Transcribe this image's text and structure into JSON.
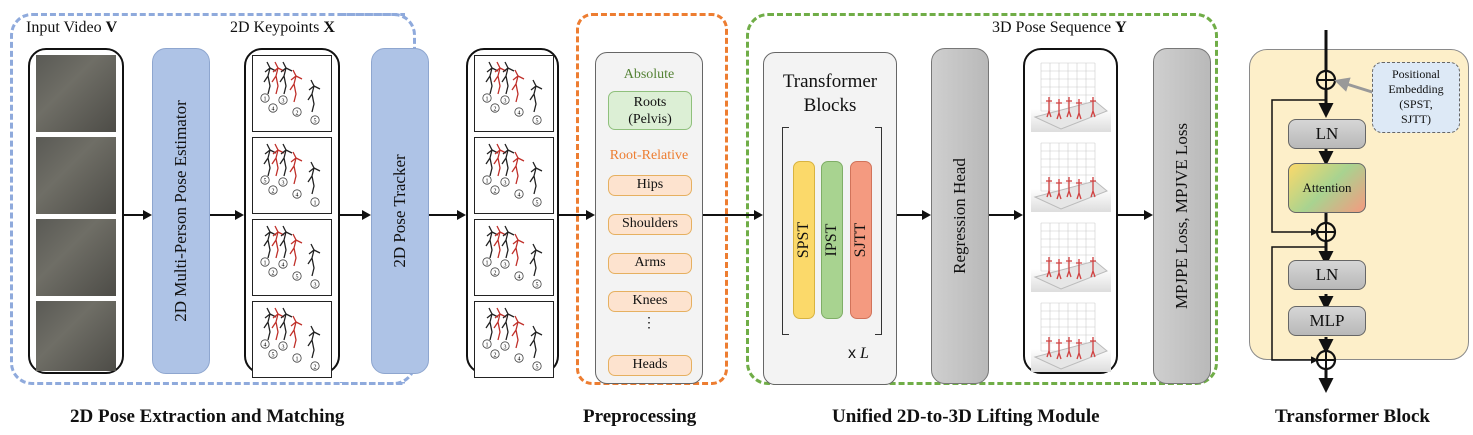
{
  "sections": {
    "extraction": {
      "caption": "2D Pose Extraction and Matching",
      "input_video_label": "Input Video",
      "input_video_symbol": "V",
      "keypoints_label": "2D Keypoints",
      "keypoints_symbol": "X",
      "pose_estimator": "2D Multi-Person Pose Estimator",
      "pose_tracker": "2D Pose Tracker",
      "frame_count": 4,
      "unmatched_ids": [
        [
          "1",
          "4",
          "3",
          "2",
          "5"
        ],
        [
          "5",
          "2",
          "3",
          "4",
          "1"
        ],
        [
          "1",
          "2",
          "4",
          "5",
          "3"
        ],
        [
          "4",
          "5",
          "3",
          "1",
          "2"
        ]
      ],
      "matched_ids": [
        [
          "1",
          "2",
          "3",
          "4",
          "5"
        ],
        [
          "1",
          "2",
          "3",
          "4",
          "5"
        ],
        [
          "1",
          "2",
          "3",
          "4",
          "5"
        ],
        [
          "1",
          "2",
          "3",
          "4",
          "5"
        ]
      ]
    },
    "preprocessing": {
      "caption": "Preprocessing",
      "absolute_label": "Absolute",
      "absolute_items": [
        "Roots",
        "(Pelvis)"
      ],
      "relative_label": "Root-Relative",
      "relative_items": [
        "Hips",
        "Shoulders",
        "Arms",
        "Knees",
        "Heads"
      ],
      "ellipsis": "⋮"
    },
    "lifting": {
      "caption": "Unified 2D-to-3D Lifting Module",
      "pose_sequence_label": "3D Pose Sequence",
      "pose_sequence_symbol": "Y",
      "transformer_title_1": "Transformer",
      "transformer_title_2": "Blocks",
      "blocks": [
        {
          "label": "SPST",
          "color": "#fbd96a"
        },
        {
          "label": "IPST",
          "color": "#a8d390"
        },
        {
          "label": "SJTT",
          "color": "#f49a80"
        }
      ],
      "repeat_symbol": "x",
      "repeat_var": "L",
      "regression_head": "Regression Head",
      "loss": "MPJPE Loss, MPJVE Loss"
    },
    "transformer_block": {
      "caption": "Transformer Block",
      "positional_embedding": [
        "Positional",
        "Embedding",
        "(SPST,",
        "SJTT)"
      ],
      "ln1": "LN",
      "attention": "Attention",
      "ln2": "LN",
      "mlp": "MLP"
    }
  },
  "colors": {
    "extraction_border": "#8faadc",
    "preprocessing_border": "#ed7d31",
    "lifting_border": "#70ad47",
    "absolute_text": "#548235",
    "relative_text": "#ed7d31",
    "tracker_fill": "#aec3e6",
    "block_bg": "#fdefc9"
  }
}
